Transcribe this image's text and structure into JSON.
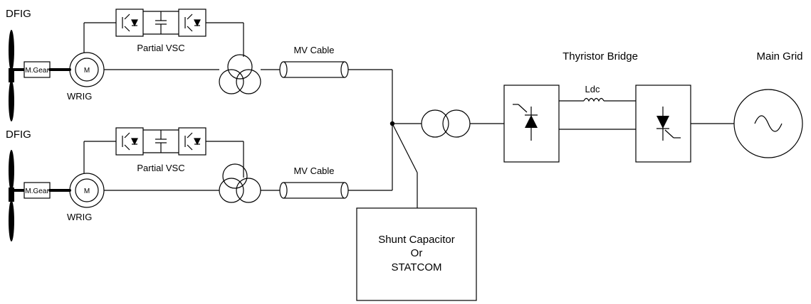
{
  "labels": {
    "dfig_top": "DFIG",
    "dfig_bottom": "DFIG",
    "gear_top": "M.Gear",
    "gear_bottom": "M.Gear",
    "motor_top": "M",
    "motor_bottom": "M",
    "wrig_top": "WRIG",
    "wrig_bottom": "WRIG",
    "vsc_top": "Partial VSC",
    "vsc_bottom": "Partial VSC",
    "cable_top": "MV Cable",
    "cable_bottom": "MV Cable",
    "thyristor_bridge": "Thyristor Bridge",
    "main_grid": "Main Grid",
    "ldc": "Ldc",
    "shunt_line1": "Shunt Capacitor",
    "shunt_line2": "Or",
    "shunt_line3": "STATCOM"
  }
}
